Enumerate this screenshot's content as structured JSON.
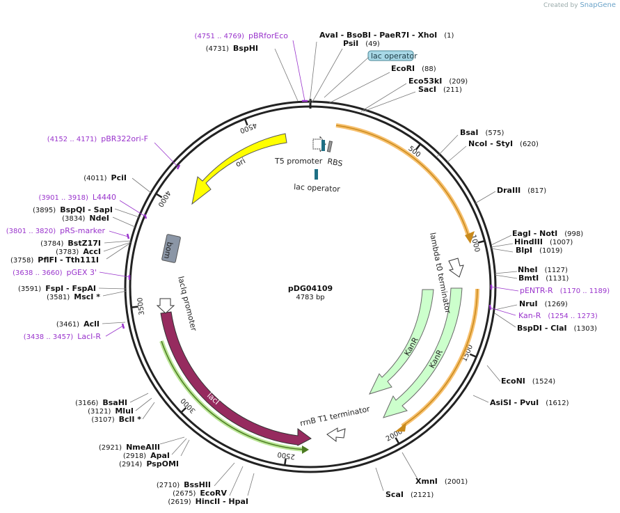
{
  "credit": {
    "prefix": "Created by",
    "brand": "SnapGene"
  },
  "plasmid": {
    "name": "pDG04109",
    "length_label": "4783 bp",
    "length": 4783
  },
  "ticks": [
    {
      "pos": 500,
      "label": "500"
    },
    {
      "pos": 1000,
      "label": "1000"
    },
    {
      "pos": 1500,
      "label": "1500"
    },
    {
      "pos": 2000,
      "label": "2000"
    },
    {
      "pos": 2500,
      "label": "2500"
    },
    {
      "pos": 3000,
      "label": "3000"
    },
    {
      "pos": 3500,
      "label": "3500"
    },
    {
      "pos": 4000,
      "label": "4000"
    },
    {
      "pos": 4500,
      "label": "4500"
    }
  ],
  "enzyme_labels": [
    {
      "name": "AvaI - BsoBI - PaeR7I - XhoI",
      "pos": "(1)",
      "site": 1
    },
    {
      "name": "PsiI",
      "pos": "(49)",
      "site": 49
    },
    {
      "name": "EcoRI",
      "pos": "(88)",
      "site": 88
    },
    {
      "name": "Eco53kI",
      "pos": "(209)",
      "site": 209
    },
    {
      "name": "SacI",
      "pos": "(211)",
      "site": 211
    },
    {
      "name": "BsaI",
      "pos": "(575)",
      "site": 575
    },
    {
      "name": "NcoI - StyI",
      "pos": "(620)",
      "site": 620
    },
    {
      "name": "DraIII",
      "pos": "(817)",
      "site": 817
    },
    {
      "name": "EagI - NotI",
      "pos": "(998)",
      "site": 998
    },
    {
      "name": "HindIII",
      "pos": "(1007)",
      "site": 1007
    },
    {
      "name": "BlpI",
      "pos": "(1019)",
      "site": 1019
    },
    {
      "name": "NheI",
      "pos": "(1127)",
      "site": 1127
    },
    {
      "name": "BmtI",
      "pos": "(1131)",
      "site": 1131
    },
    {
      "name": "NruI",
      "pos": "(1269)",
      "site": 1269
    },
    {
      "name": "BspDI - ClaI",
      "pos": "(1303)",
      "site": 1303
    },
    {
      "name": "EcoNI",
      "pos": "(1524)",
      "site": 1524
    },
    {
      "name": "AsiSI - PvuI",
      "pos": "(1612)",
      "site": 1612
    },
    {
      "name": "XmnI",
      "pos": "(2001)",
      "site": 2001
    },
    {
      "name": "ScaI",
      "pos": "(2121)",
      "site": 2121
    },
    {
      "name": "HincII - HpaI",
      "pos": "(2619)",
      "site": 2619
    },
    {
      "name": "EcoRV",
      "pos": "(2675)",
      "site": 2675
    },
    {
      "name": "BssHII",
      "pos": "(2710)",
      "site": 2710
    },
    {
      "name": "PspOMI",
      "pos": "(2914)",
      "site": 2914
    },
    {
      "name": "ApaI",
      "pos": "(2918)",
      "site": 2918
    },
    {
      "name": "NmeAIII",
      "pos": "(2921)",
      "site": 2921
    },
    {
      "name": "BclI *",
      "pos": "(3107)",
      "site": 3107
    },
    {
      "name": "MluI",
      "pos": "(3121)",
      "site": 3121
    },
    {
      "name": "BsaHI",
      "pos": "(3166)",
      "site": 3166
    },
    {
      "name": "AclI",
      "pos": "(3461)",
      "site": 3461
    },
    {
      "name": "MscI *",
      "pos": "(3581)",
      "site": 3581
    },
    {
      "name": "FspI - FspAI",
      "pos": "(3591)",
      "site": 3591
    },
    {
      "name": "PflFI - Tth111I",
      "pos": "(3758)",
      "site": 3758
    },
    {
      "name": "AccI",
      "pos": "(3783)",
      "site": 3783
    },
    {
      "name": "BstZ17I",
      "pos": "(3784)",
      "site": 3784
    },
    {
      "name": "NdeI",
      "pos": "(3834)",
      "site": 3834
    },
    {
      "name": "BspQI - SapI",
      "pos": "(3895)",
      "site": 3895
    },
    {
      "name": "PciI",
      "pos": "(4011)",
      "site": 4011
    },
    {
      "name": "BspHI",
      "pos": "(4731)",
      "site": 4731
    }
  ],
  "primer_labels": [
    {
      "name": "pBRforEco",
      "range": "(4751 .. 4769)"
    },
    {
      "name": "pBR322ori-F",
      "range": "(4152 .. 4171)"
    },
    {
      "name": "L4440",
      "range": "(3901 .. 3918)"
    },
    {
      "name": "pRS-marker",
      "range": "(3801 .. 3820)"
    },
    {
      "name": "pGEX 3'",
      "range": "(3638 .. 3660)"
    },
    {
      "name": "LacI-R",
      "range": "(3438 .. 3457)"
    },
    {
      "name": "pENTR-R",
      "range": "(1170 .. 1189)"
    },
    {
      "name": "Kan-R",
      "range": "(1254 .. 1273)"
    }
  ],
  "features": {
    "lac_operator_box": "lac operator",
    "t5_promoter": "T5 promoter",
    "rbs": "RBS",
    "lac_operator": "lac operator",
    "ori": "ori",
    "bom": "bom",
    "lacIq_promoter": "lacIq promoter",
    "lacI": "lacI",
    "lambda_t0": "lambda t0 terminator",
    "kanR_1": "KanR",
    "kanR_2": "KanR",
    "rrnB_t1": "rrnB T1 terminator"
  },
  "colors": {
    "ori": "#ffff00",
    "lacI": "#962b5f",
    "kanR": "#ccffcc",
    "primer": "#9933cc",
    "orange_highlight": "#f5b04a",
    "green_highlight": "#9ddb6a",
    "bom": "#8b96a6",
    "operator": "#1e6f84",
    "lac_box": "#a8d8e6"
  }
}
